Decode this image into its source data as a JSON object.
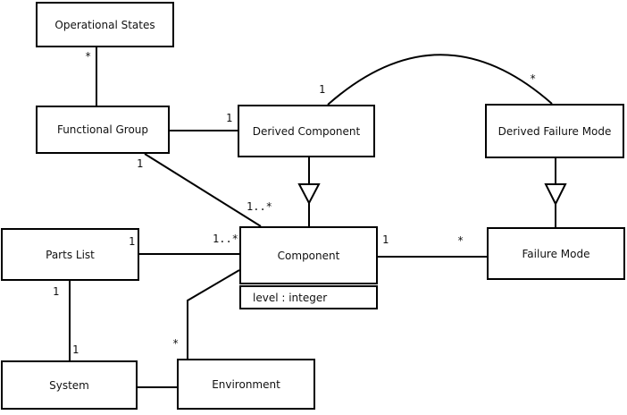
{
  "diagram": {
    "type": "uml-class-diagram",
    "colors": {
      "line": "#000000",
      "background": "#ffffff",
      "text": "#111111"
    },
    "classes": {
      "operational_states": {
        "name": "Operational States"
      },
      "functional_group": {
        "name": "Functional Group"
      },
      "derived_component": {
        "name": "Derived Component"
      },
      "derived_failure_mode": {
        "name": "Derived Failure Mode"
      },
      "parts_list": {
        "name": "Parts List"
      },
      "component": {
        "name": "Component",
        "attribute": "level : integer"
      },
      "failure_mode": {
        "name": "Failure Mode"
      },
      "system": {
        "name": "System"
      },
      "environment": {
        "name": "Environment"
      }
    },
    "multiplicities": {
      "os_fg_star": "*",
      "fg_dc_one": "1",
      "dc_arc_one": "1",
      "dfm_arc_star": "*",
      "fg_comp_one": "1",
      "fg_comp_many": "1..*",
      "pl_comp_one": "1",
      "pl_comp_many": "1..*",
      "comp_fm_one": "1",
      "comp_fm_star": "*",
      "pl_sys_one_top": "1",
      "pl_sys_one_bottom": "1",
      "env_comp_star": "*"
    },
    "relationships": [
      "Operational States * — Functional Group",
      "Functional Group — 1 Derived Component",
      "Derived Component 1 — * Derived Failure Mode (arc)",
      "Functional Group 1 — 1..* Component",
      "Parts List 1 — 1..* Component",
      "Component 1 — * Failure Mode",
      "Parts List 1 — 1 System",
      "System — Environment",
      "Environment * — Component",
      "Derived Component —|> Component (generalization)",
      "Derived Failure Mode —|> Failure Mode (generalization)"
    ]
  }
}
